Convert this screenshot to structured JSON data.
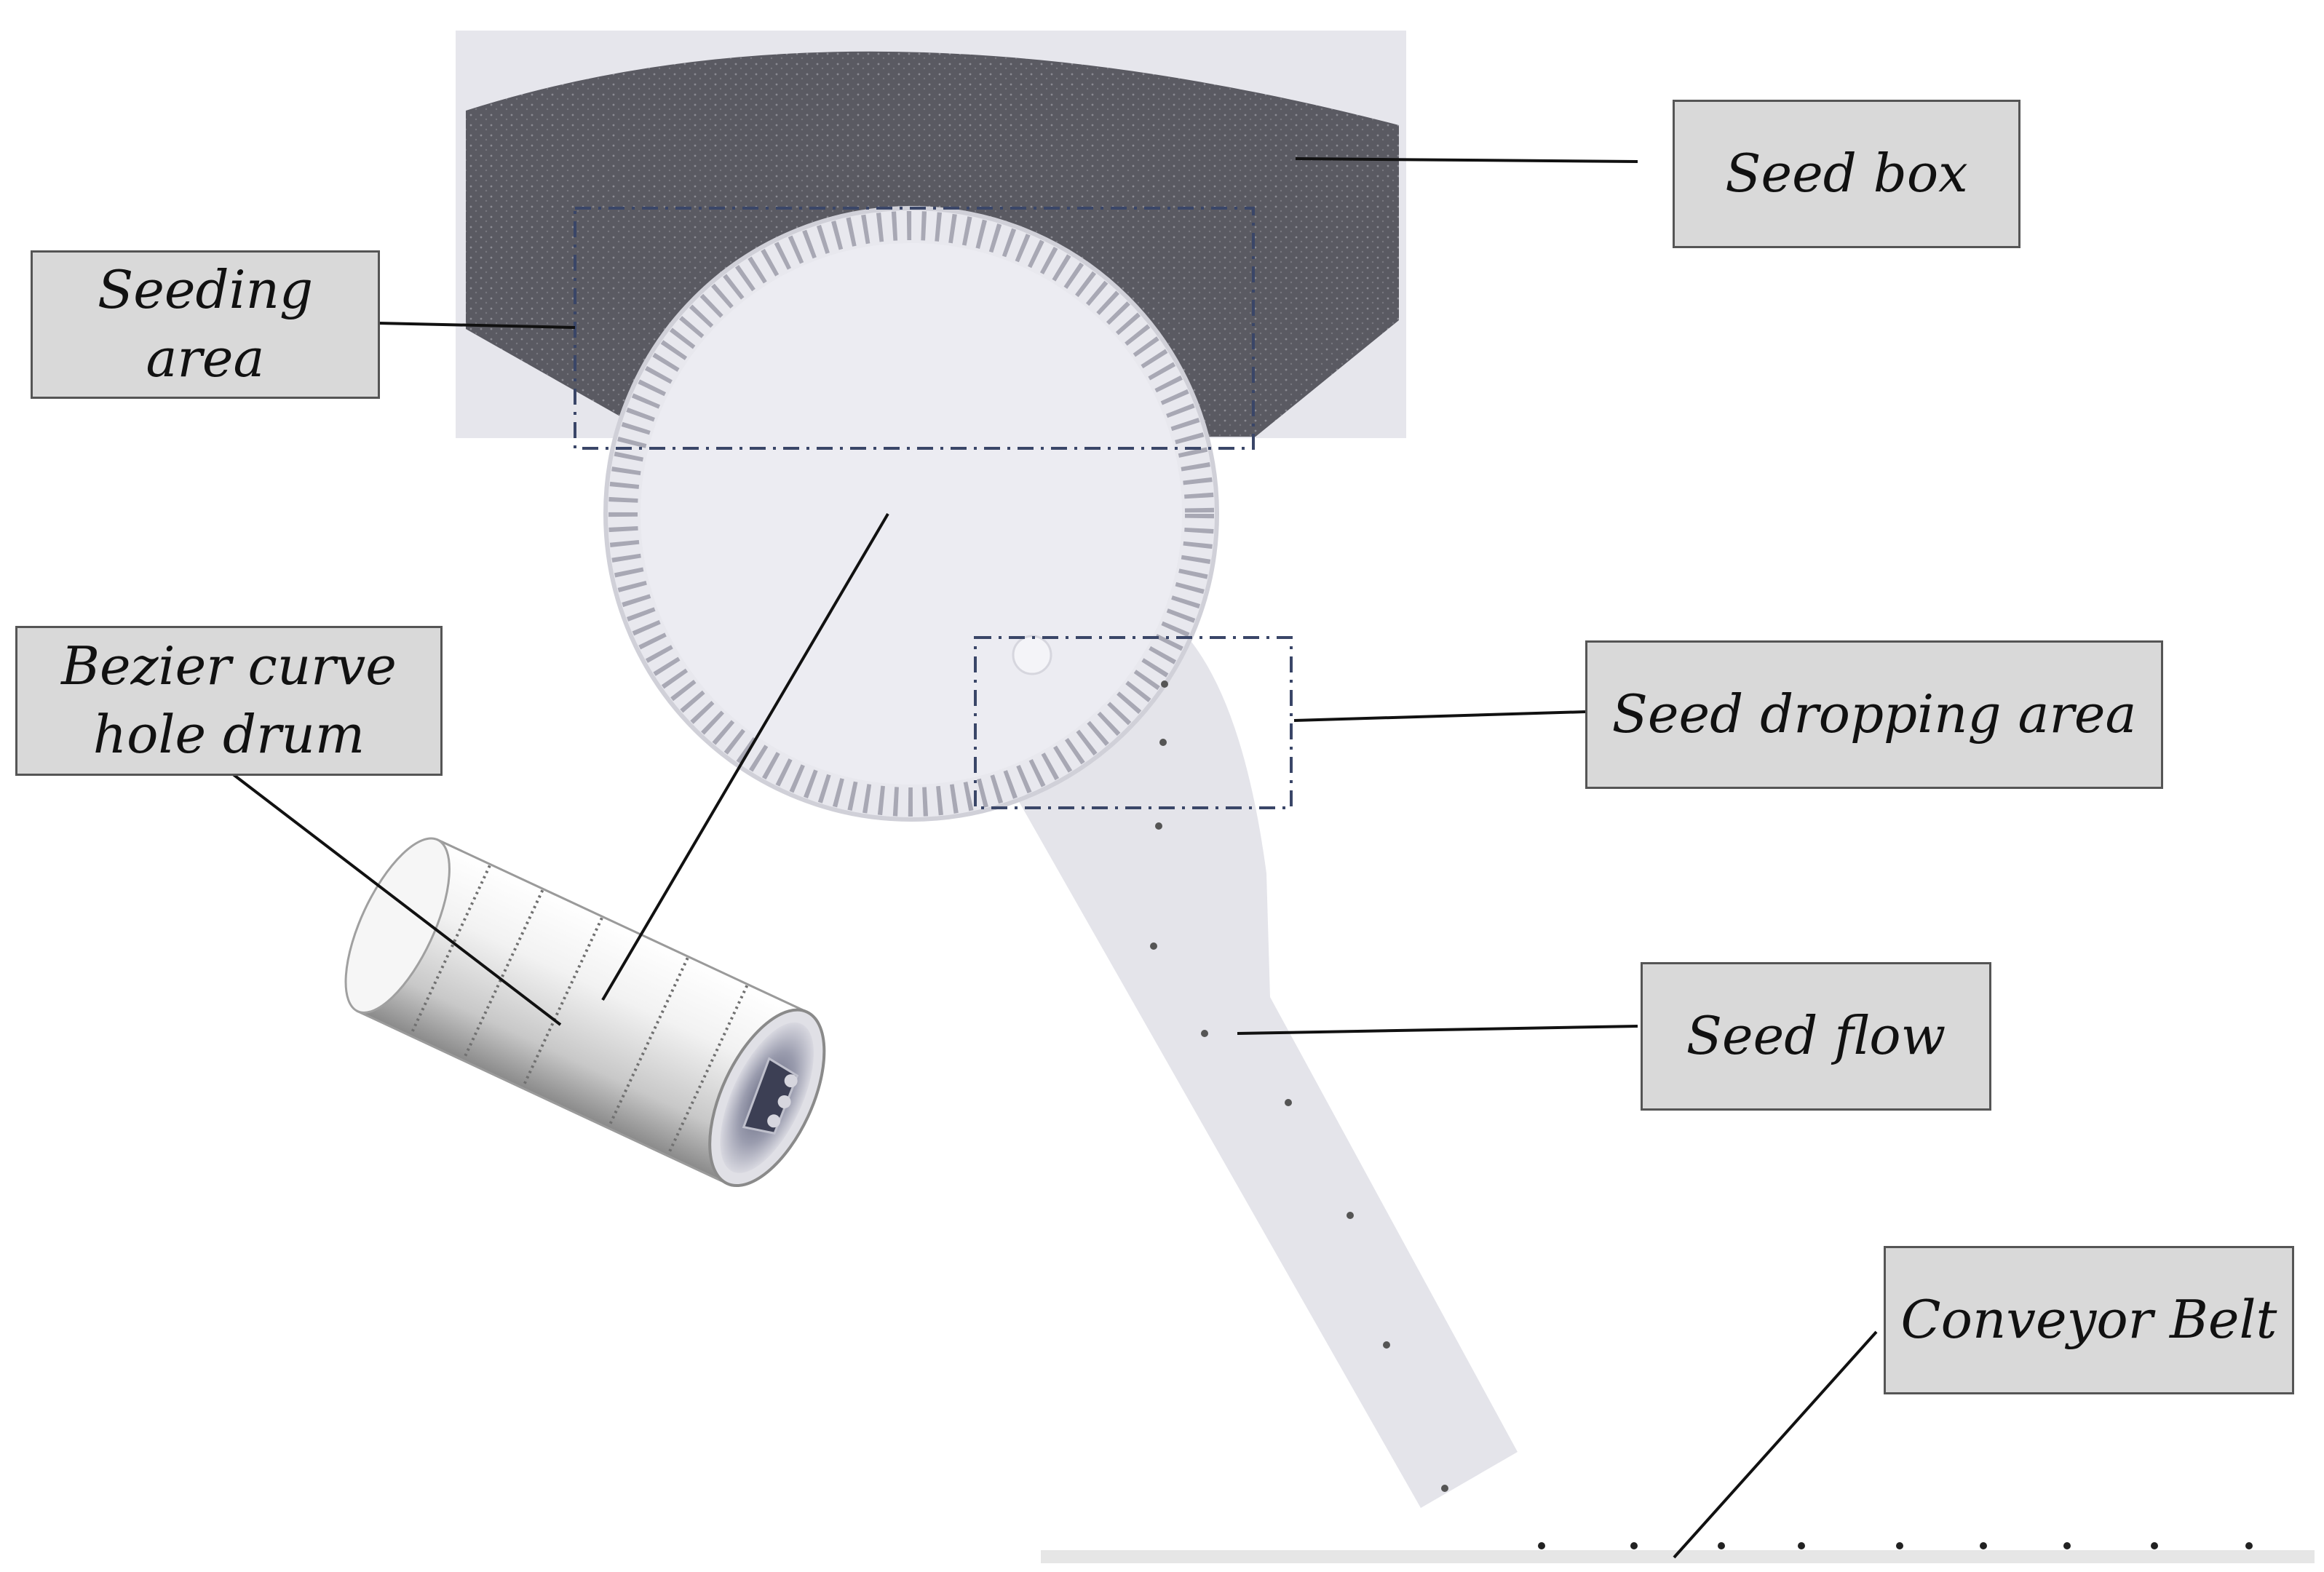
{
  "labels": {
    "seed_box": "Seed box",
    "seeding_area": "Seeding area",
    "drum_line1": "Bezier curve",
    "drum_line2": "hole drum",
    "seed_dropping_area": "Seed dropping area",
    "seed_flow": "Seed flow",
    "conveyor_belt": "Conveyor Belt"
  },
  "colors": {
    "seed_mass": "#5a5a62",
    "hopper_frame": "#e6e6ec",
    "drum_disc": "#e8e8ee",
    "chute": "#e4e4ea",
    "dashed_box": "#3a4668",
    "label_fill": "#d9d9d9",
    "label_border": "#555555",
    "seed_dot": "#555555",
    "belt": "#e6e6e6"
  },
  "icons": {
    "drum_model": "cylinder-drum-icon"
  }
}
